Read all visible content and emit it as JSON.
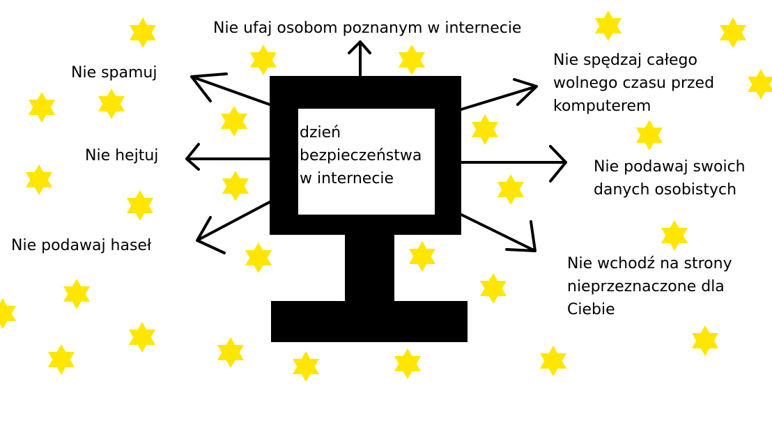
{
  "colors": {
    "star": "#FFE600",
    "monitor": "#000000",
    "screen": "#FFFFFF",
    "background": "#FFFFFF"
  },
  "center": {
    "lines": [
      "dzień",
      "bezpieczeństwa",
      "w internecie"
    ]
  },
  "tips": {
    "top": {
      "lines": [
        "Nie ufaj osobom poznanym w internecie"
      ]
    },
    "spam": {
      "lines": [
        "Nie spamuj"
      ]
    },
    "hate": {
      "lines": [
        "Nie hejtuj"
      ]
    },
    "passwords": {
      "lines": [
        "Nie podawaj haseł"
      ]
    },
    "free_time": {
      "lines": [
        "Nie spędzaj całego",
        "wolnego czasu przed",
        "komputerem"
      ]
    },
    "personal_data": {
      "lines": [
        "Nie podawaj swoich",
        "danych osobistych"
      ]
    },
    "websites": {
      "lines": [
        "Nie wchodź na strony",
        "nieprzeznaczone dla",
        "Ciebie"
      ]
    }
  },
  "icons": {
    "star": "six-point-star-icon",
    "arrow": "arrow-icon"
  }
}
